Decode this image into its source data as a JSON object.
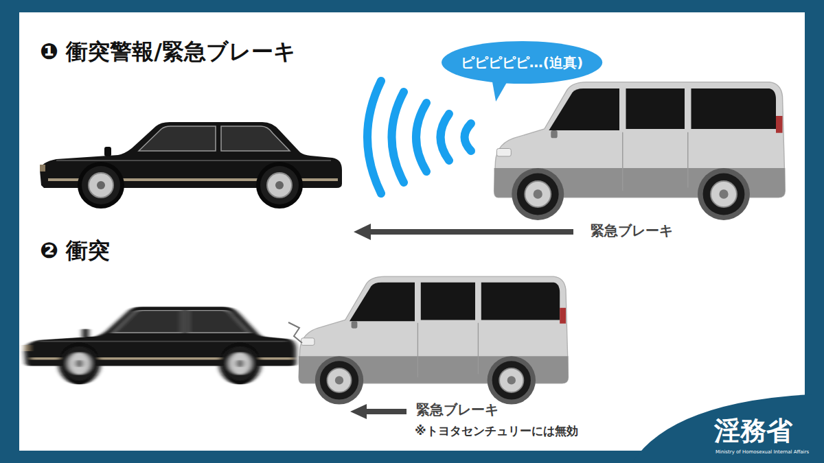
{
  "diagram": {
    "nodes": [
      {
        "text": [
          "ピピピピピ…(迫真)"
        ]
      },
      {
        "text": [
          "淫務省",
          "Ministry of Homosexual Internal Affairs"
        ]
      }
    ],
    "labels": [
      "❶ 衝突警報/緊急ブレーキ",
      "緊急ブレーキ",
      "❷ 衝突",
      "緊急ブレーキ",
      "※トヨタセンチュリーには無効"
    ]
  }
}
